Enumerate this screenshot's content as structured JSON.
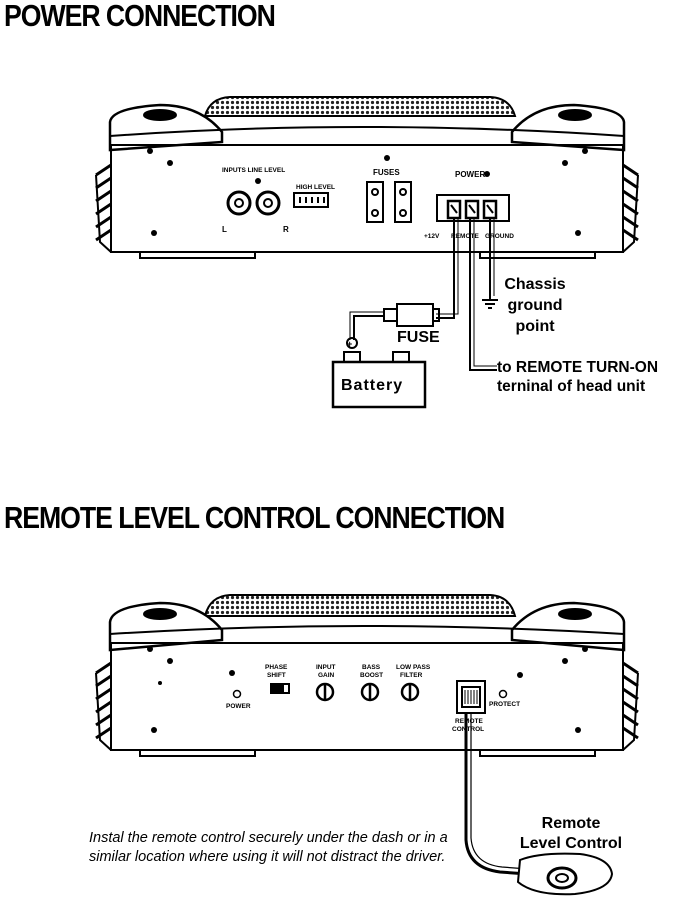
{
  "power_section": {
    "title": "POWER CONNECTION",
    "panel_labels": {
      "inputs_line_level": "INPUTS LINE LEVEL",
      "left": "L",
      "right": "R",
      "high_level": "HIGH LEVEL",
      "fuses": "FUSES",
      "power": "POWER",
      "plus12v": "+12V",
      "remote": "REMOTE",
      "ground": "GROUND"
    },
    "fuse_label": "FUSE",
    "battery_label": "Battery",
    "battery_plus": "+",
    "chassis_ground": [
      "Chassis",
      "ground",
      "point"
    ],
    "remote_turn_on": [
      "to REMOTE TURN-ON",
      "terninal of head unit"
    ]
  },
  "remote_section": {
    "title": "REMOTE LEVEL CONTROL CONNECTION",
    "panel_labels": {
      "power": "POWER",
      "phase_shift": [
        "PHASE",
        "SHIFT"
      ],
      "input_gain": [
        "INPUT",
        "GAIN"
      ],
      "bass_boost": [
        "BASS",
        "BOOST"
      ],
      "low_pass_filter": [
        "LOW PASS",
        "FILTER"
      ],
      "remote_control": [
        "REMOTE",
        "CONTROL"
      ],
      "protect": "PROTECT"
    },
    "remote_level_control": [
      "Remote",
      "Level Control"
    ],
    "instruction": "Instal the remote control securely under the dash or in a similar location where using it will not distract the driver."
  }
}
